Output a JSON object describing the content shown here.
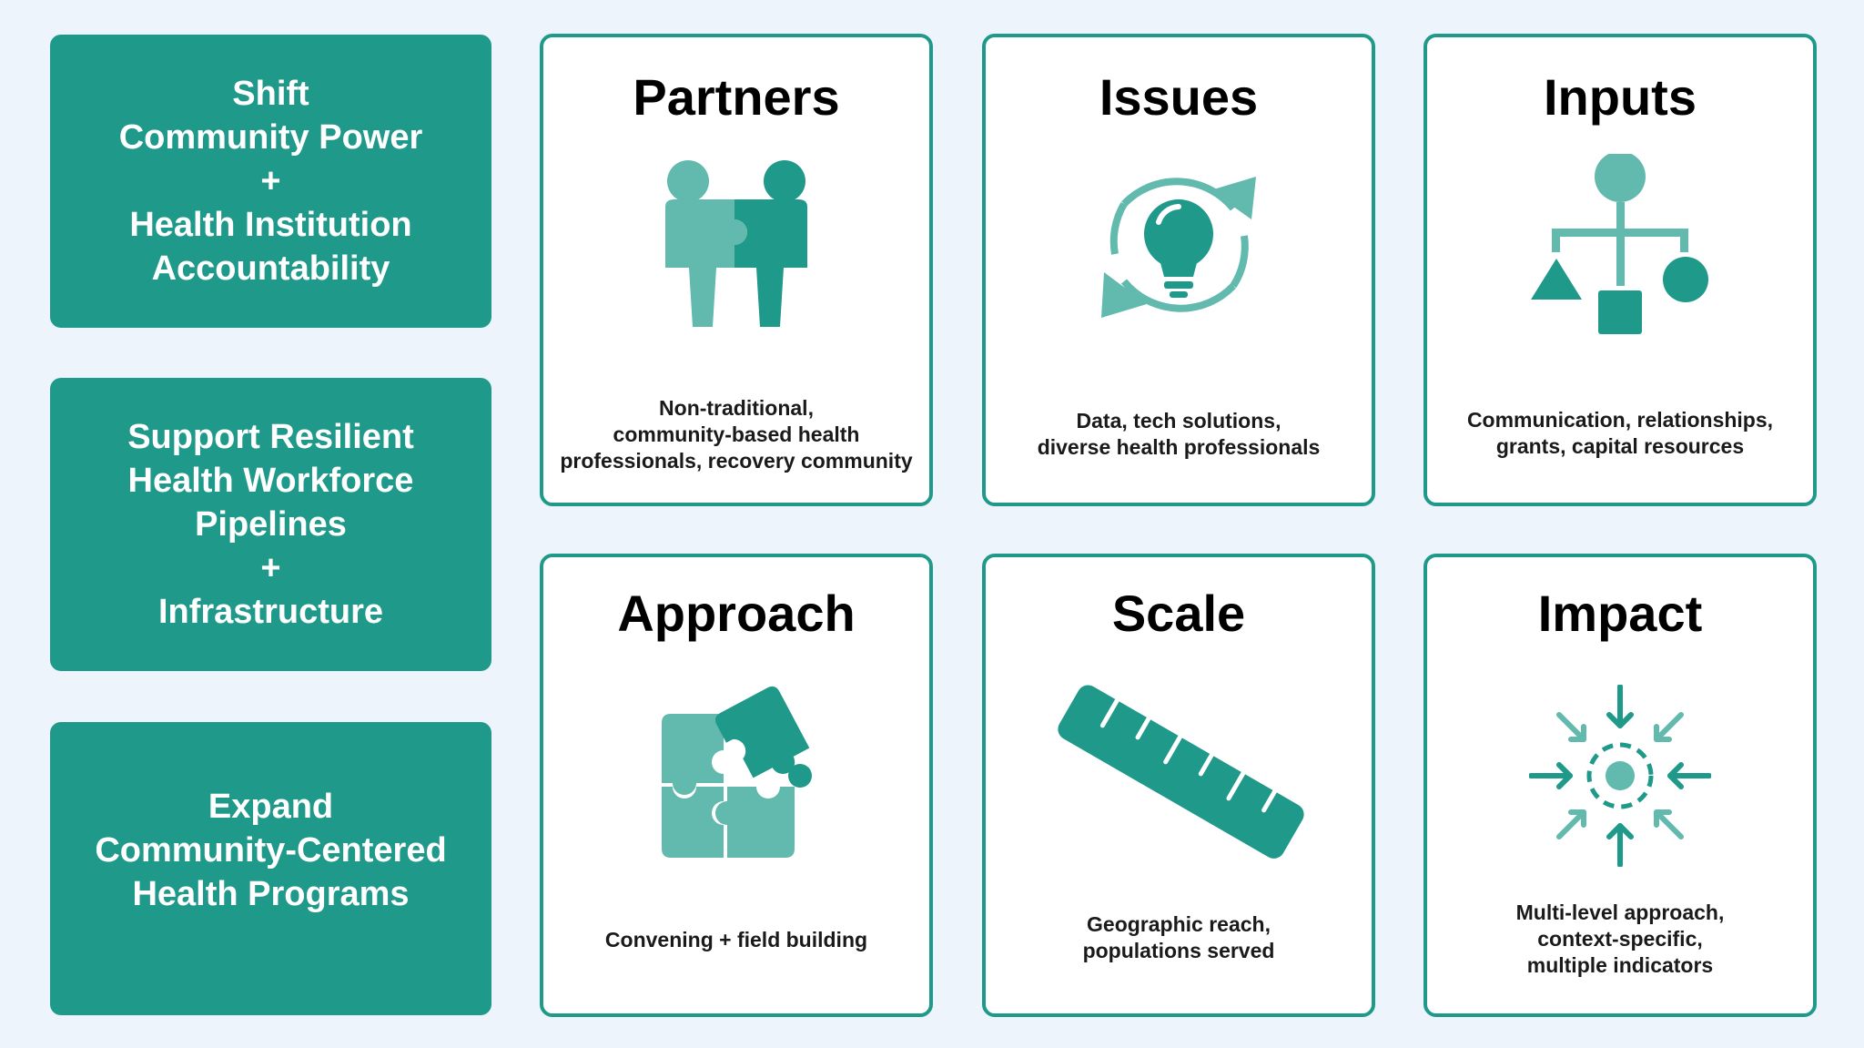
{
  "colors": {
    "teal": "#1f998a",
    "teal_light": "#62b9ad",
    "background": "#eef4fc",
    "card_bg": "#ffffff"
  },
  "goals": [
    {
      "text": "Shift\nCommunity Power\n+\nHealth Institution\nAccountability"
    },
    {
      "text": "Support Resilient\nHealth Workforce\nPipelines\n+\nInfrastructure"
    },
    {
      "text": "Expand\nCommunity-Centered\nHealth Programs"
    }
  ],
  "cards": [
    {
      "title": "Partners",
      "icon": "partners-puzzle-people-icon",
      "description": "Non-traditional,\ncommunity-based health\nprofessionals, recovery community"
    },
    {
      "title": "Issues",
      "icon": "lightbulb-cycle-icon",
      "description": "Data, tech solutions,\ndiverse health professionals"
    },
    {
      "title": "Inputs",
      "icon": "hierarchy-shapes-icon",
      "description": "Communication, relationships,\ngrants, capital resources"
    },
    {
      "title": "Approach",
      "icon": "puzzle-pieces-icon",
      "description": "Convening + field building"
    },
    {
      "title": "Scale",
      "icon": "ruler-icon",
      "description": "Geographic reach,\npopulations served"
    },
    {
      "title": "Impact",
      "icon": "converging-arrows-target-icon",
      "description": "Multi-level approach,\ncontext-specific,\nmultiple indicators"
    }
  ]
}
